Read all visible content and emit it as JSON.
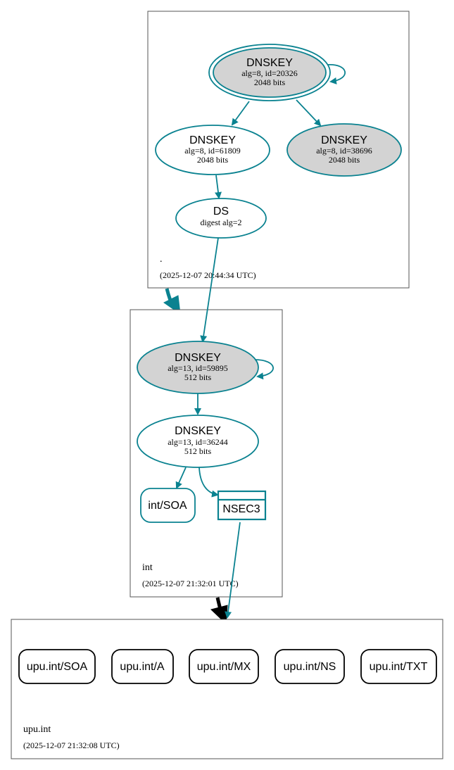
{
  "colors": {
    "edge": "#0a8290",
    "ksk_fill": "#d3d3d3",
    "node_fill": "#ffffff",
    "zone_border": "#555555",
    "delegation_insecure": "#000000"
  },
  "zones": {
    "root": {
      "name": ".",
      "timestamp": "(2025-12-07 20:44:34 UTC)",
      "dnskey_ksk": {
        "title": "DNSKEY",
        "detail": "alg=8, id=20326",
        "size": "2048 bits"
      },
      "dnskey_zsk": {
        "title": "DNSKEY",
        "detail": "alg=8, id=61809",
        "size": "2048 bits"
      },
      "dnskey_other": {
        "title": "DNSKEY",
        "detail": "alg=8, id=38696",
        "size": "2048 bits"
      },
      "ds": {
        "title": "DS",
        "detail": "digest alg=2"
      }
    },
    "int": {
      "name": "int",
      "timestamp": "(2025-12-07 21:32:01 UTC)",
      "dnskey_ksk": {
        "title": "DNSKEY",
        "detail": "alg=13, id=59895",
        "size": "512 bits"
      },
      "dnskey_zsk": {
        "title": "DNSKEY",
        "detail": "alg=13, id=36244",
        "size": "512 bits"
      },
      "soa": "int/SOA",
      "nsec3": "NSEC3"
    },
    "upu": {
      "name": "upu.int",
      "timestamp": "(2025-12-07 21:32:08 UTC)",
      "records": [
        "upu.int/SOA",
        "upu.int/A",
        "upu.int/MX",
        "upu.int/NS",
        "upu.int/TXT"
      ]
    }
  }
}
